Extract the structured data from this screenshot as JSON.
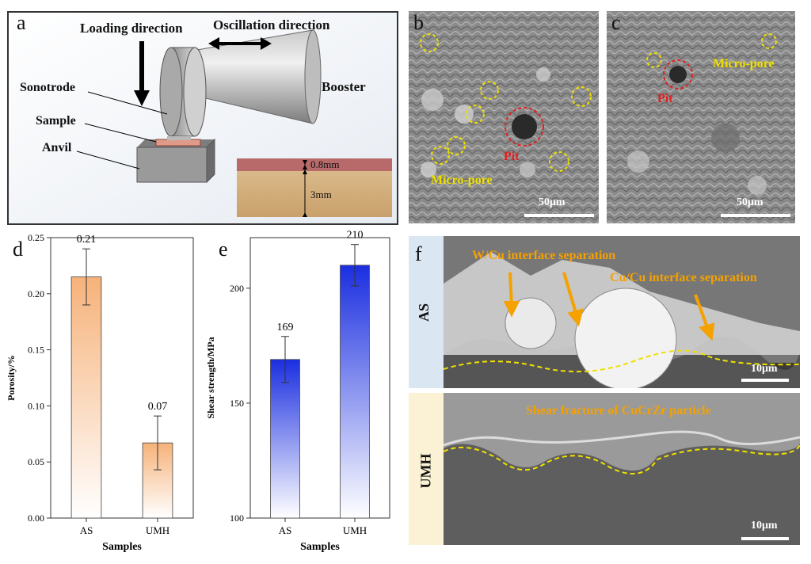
{
  "panels": {
    "a": {
      "letter": "a",
      "loading_direction": "Loading direction",
      "oscillation_direction": "Oscillation direction",
      "sonotrode": "Sonotrode",
      "booster": "Booster",
      "sample": "Sample",
      "anvil": "Anvil",
      "dim_top": "0.8mm",
      "dim_bottom": "3mm"
    },
    "b": {
      "letter": "b",
      "pit": "Pit",
      "micro_pore": "Micro-pore",
      "scale": "50μm"
    },
    "c": {
      "letter": "c",
      "pit": "Pit",
      "micro_pore": "Micro-pore",
      "scale": "50μm"
    },
    "f": {
      "letter": "f",
      "as_label": "AS",
      "umh_label": "UMH",
      "wcu": "W/Cu interface separation",
      "cucu": "Cu/Cu interface separation",
      "shear": "Shear fracture of CuCrZr particle",
      "scale_top": "10μm",
      "scale_bottom": "10μm"
    }
  },
  "chart_data": [
    {
      "panel": "d",
      "letter": "d",
      "type": "bar",
      "categories": [
        "AS",
        "UMH"
      ],
      "values": [
        0.215,
        0.067
      ],
      "errors": [
        0.025,
        0.024
      ],
      "data_labels": [
        "0.21",
        "0.07"
      ],
      "xlabel": "Samples",
      "ylabel": "Porosity/%",
      "ylim": [
        0,
        0.25
      ],
      "yticks": [
        "0.00",
        "0.05",
        "0.10",
        "0.15",
        "0.20",
        "0.25"
      ],
      "bar_color": "#f6b27a"
    },
    {
      "panel": "e",
      "letter": "e",
      "type": "bar",
      "categories": [
        "AS",
        "UMH"
      ],
      "values": [
        169,
        210
      ],
      "errors": [
        10,
        9
      ],
      "data_labels": [
        "169",
        "210"
      ],
      "xlabel": "Samples",
      "ylabel": "Shear strength/MPa",
      "ylim": [
        100,
        222
      ],
      "yticks": [
        "100",
        "150",
        "200"
      ],
      "bar_color": "#1a2ee0"
    }
  ]
}
